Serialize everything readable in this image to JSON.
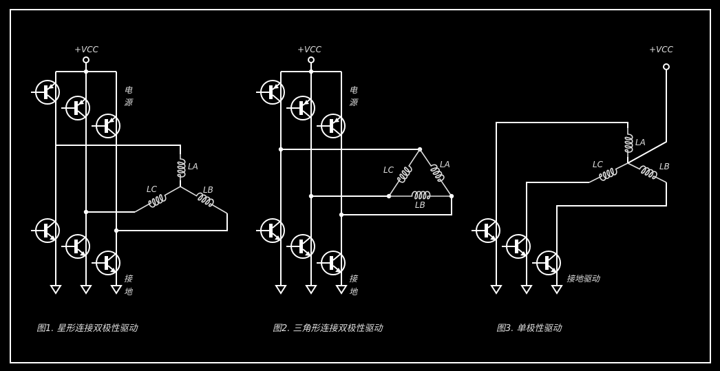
{
  "colors": {
    "background": "#000000",
    "line": "#ffffff",
    "text": "#dddddd"
  },
  "figures": [
    {
      "vcc_label": "+VCC",
      "power_label": [
        "电",
        "源"
      ],
      "ground_label": [
        "接",
        "地"
      ],
      "coil_labels": {
        "LA": "LA",
        "LB": "LB",
        "LC": "LC"
      },
      "caption": "图1. 星形连接双极性驱动"
    },
    {
      "vcc_label": "+VCC",
      "power_label": [
        "电",
        "源"
      ],
      "ground_label": [
        "接",
        "地"
      ],
      "coil_labels": {
        "LA": "LA",
        "LB": "LB",
        "LC": "LC"
      },
      "caption": "图2. 三角形连接双极性驱动"
    },
    {
      "vcc_label": "+VCC",
      "ground_label_full": "接地驱动",
      "coil_labels": {
        "LA": "LA",
        "LB": "LB",
        "LC": "LC"
      },
      "caption": "图3. 单极性驱动"
    }
  ]
}
